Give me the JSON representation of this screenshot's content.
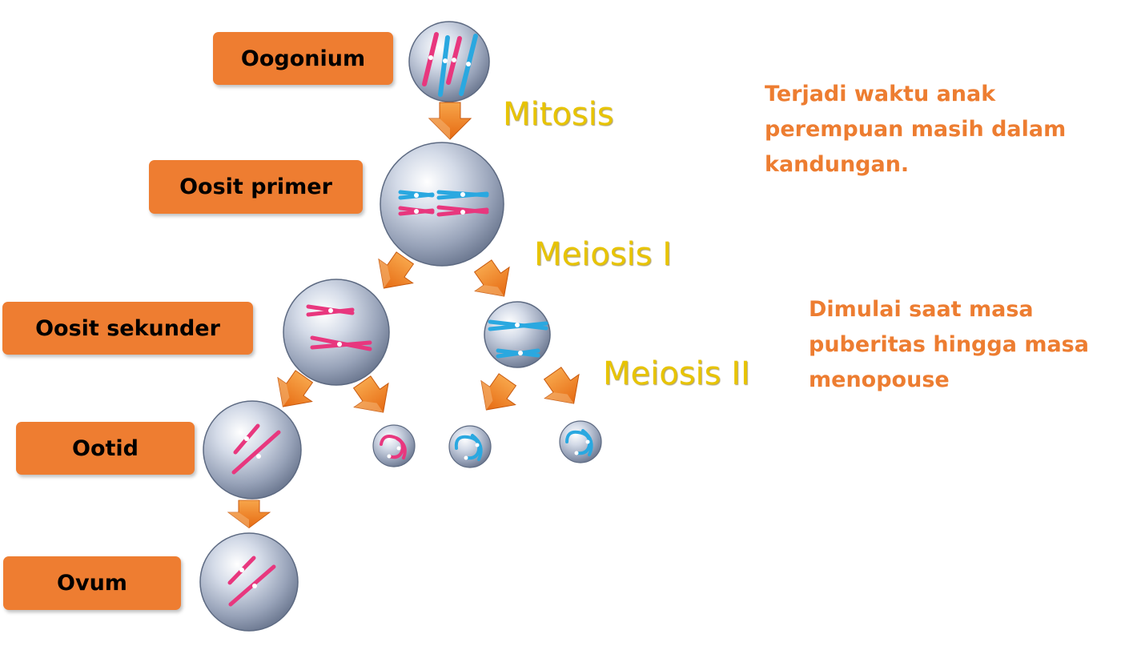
{
  "stages": {
    "oogonium": "Oogonium",
    "oosit_primer": "Oosit primer",
    "oosit_sekunder": "Oosit sekunder",
    "ootid": "Ootid",
    "ovum": "Ovum"
  },
  "processes": {
    "mitosis": "Mitosis",
    "meiosis_1": "Meiosis I",
    "meiosis_2": "Meiosis II"
  },
  "notes": {
    "mitosis_note": [
      "Terjadi waktu anak",
      "perempuan masih dalam",
      "kandungan."
    ],
    "meiosis_note": [
      "Dimulai saat masa",
      "puberitas hingga masa",
      "menopouse"
    ]
  },
  "colors": {
    "label_bg": "#ee7d31",
    "process_text": "#e8c400",
    "note_text": "#ed7d31",
    "chromosome_pink": "#e8377e",
    "chromosome_blue": "#2aa8e0",
    "arrow": "#f08a24"
  }
}
